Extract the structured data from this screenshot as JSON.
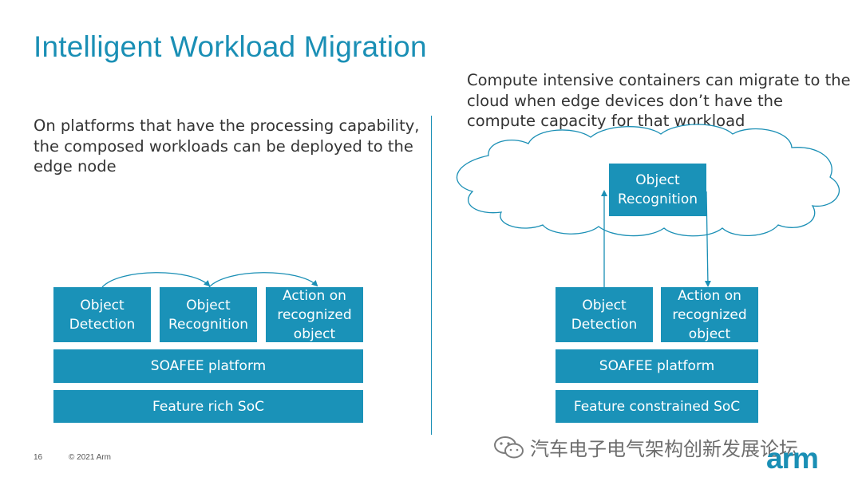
{
  "title": "Intelligent Workload Migration",
  "left": {
    "description_lines": [
      "On platforms that have the processing capability,",
      "the composed workloads can be deployed to the",
      "edge node"
    ],
    "boxes": {
      "object_detection": [
        "Object",
        "Detection"
      ],
      "object_recognition": [
        "Object",
        "Recognition"
      ],
      "action": [
        "Action on",
        "recognized",
        "object"
      ],
      "platform": "SOAFEE platform",
      "soc": "Feature rich SoC"
    }
  },
  "right": {
    "description_lines": [
      "Compute intensive containers can migrate to the",
      "cloud when edge devices don’t have the",
      "compute capacity for that workload"
    ],
    "boxes": {
      "cloud_recognition": [
        "Object",
        "Recognition"
      ],
      "object_detection": [
        "Object",
        "Detection"
      ],
      "action": [
        "Action on",
        "recognized",
        "object"
      ],
      "platform": "SOAFEE platform",
      "soc": "Feature constrained SoC"
    }
  },
  "footer": {
    "page_number": "16",
    "copyright": "© 2021 Arm",
    "logo_text": "arm",
    "watermark": "汽车电子电气架构创新发展论坛"
  },
  "colors": {
    "accent": "#1a8fb5",
    "box_fill": "#1a92b8",
    "text": "#333333"
  }
}
